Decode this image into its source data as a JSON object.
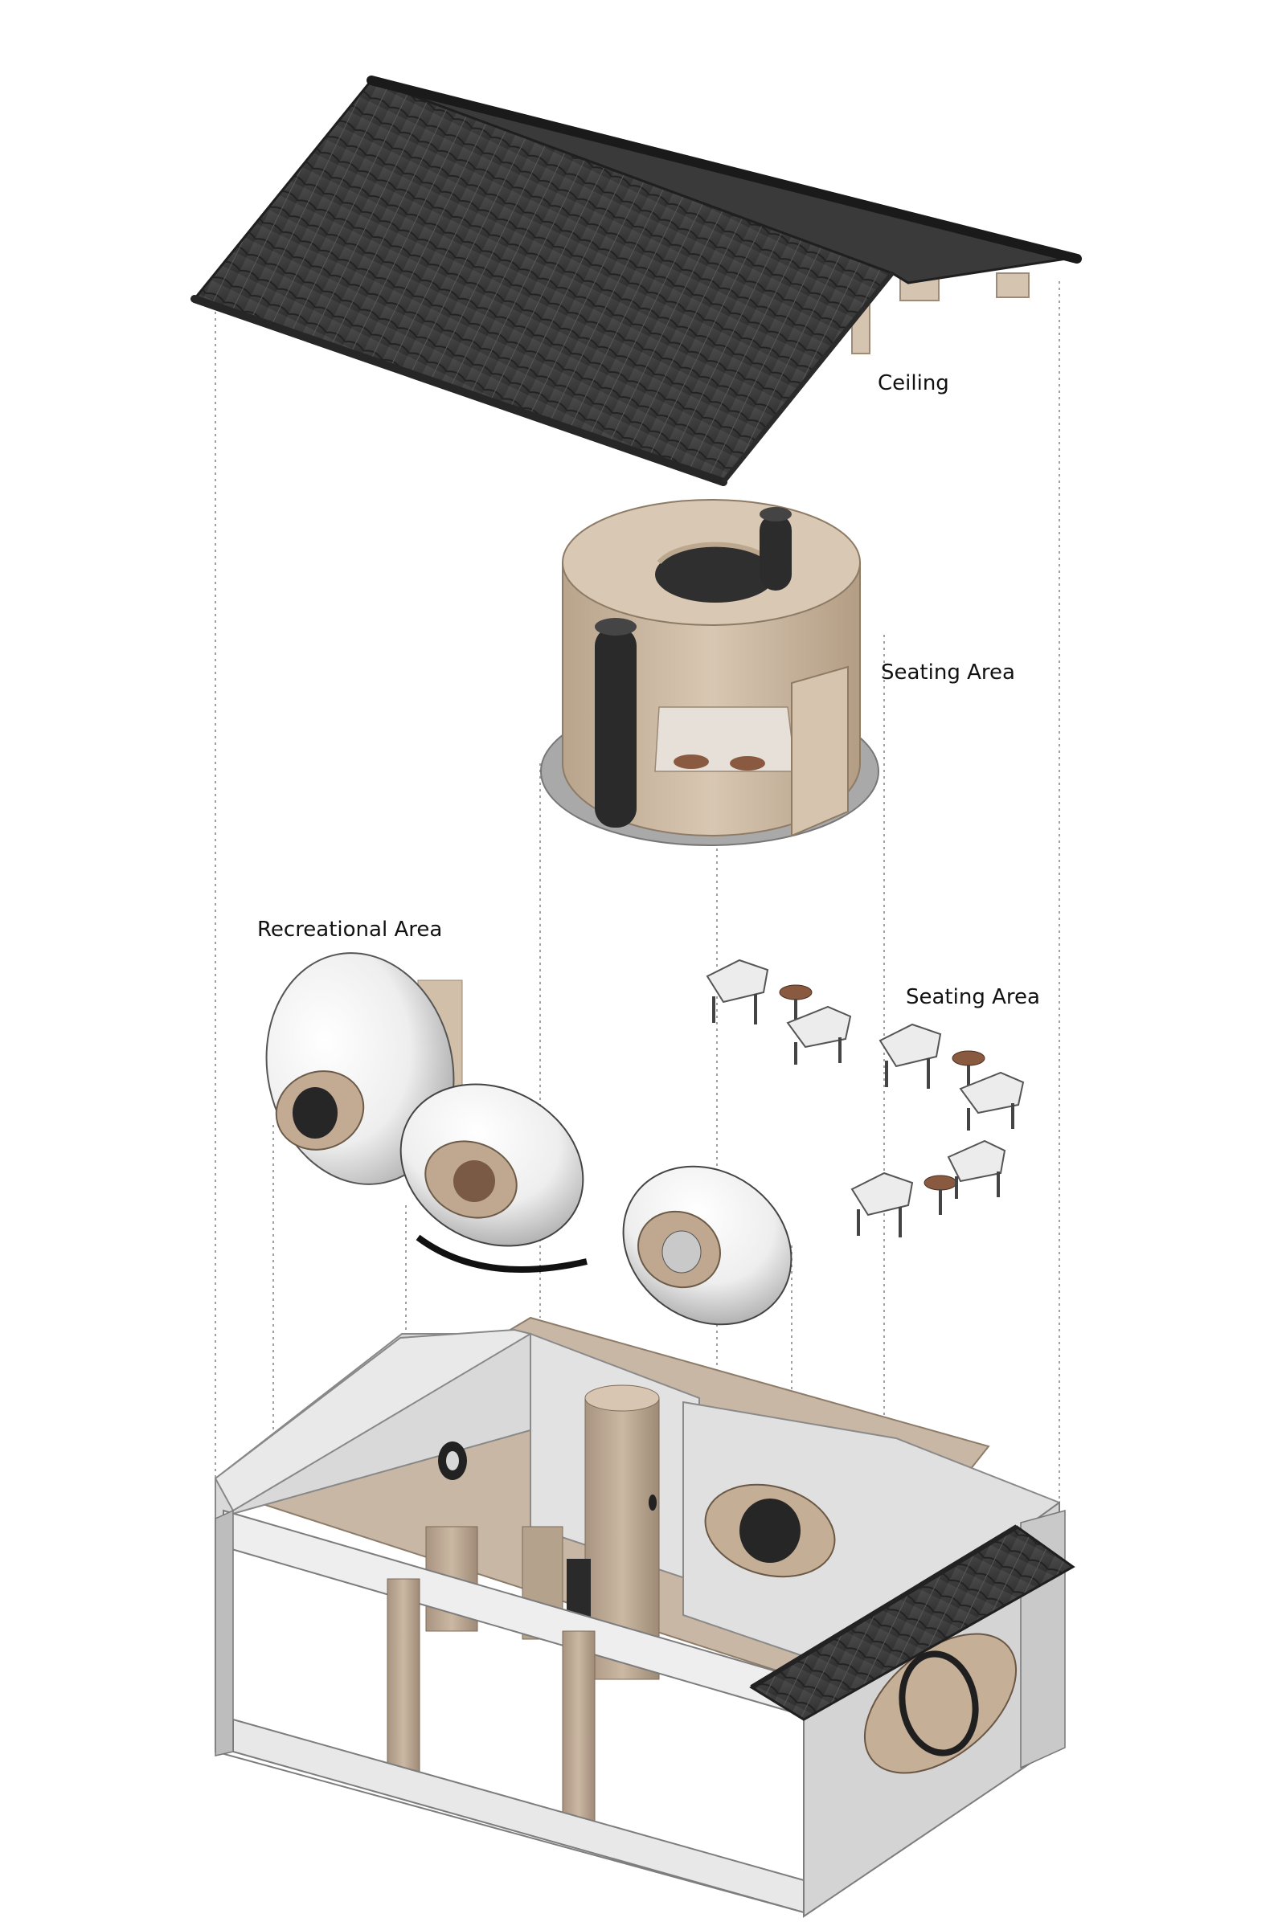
{
  "labels": {
    "ceiling": "Ceiling",
    "seating_area_upper": "Seating Area",
    "recreational_area": "Recreational Area",
    "seating_area_lower": "Seating Area"
  },
  "colors": {
    "roof_tile": "#3d3d3d",
    "wood": "#cdb9a2",
    "wall": "#e4e4e4",
    "pod": "#f3f3f3",
    "column_dark": "#2e2e2e",
    "floor": "#c9b8a6"
  }
}
